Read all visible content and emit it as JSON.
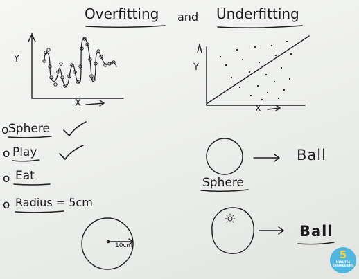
{
  "title": {
    "part1": "Overfitting",
    "part2": "and",
    "part3": "Underfitting"
  },
  "left_plot": {
    "y_label": "Y",
    "x_label": "X"
  },
  "right_plot": {
    "y_label": "Y",
    "x_label": "X"
  },
  "checklist": [
    {
      "bullet": "o",
      "text": "Sphere",
      "checked": true
    },
    {
      "bullet": "o",
      "text": "Play",
      "checked": true
    },
    {
      "bullet": "o",
      "text": "Eat",
      "checked": false
    },
    {
      "bullet": "o",
      "text": "Radius = 5cm",
      "checked": false
    }
  ],
  "circle_dimension": "10cm",
  "right_side": {
    "word1": "Ball",
    "sphere_label": "Sphere",
    "word2": "Ball"
  },
  "logo": {
    "number": "5",
    "text": "MINUTES ENGINEERING"
  },
  "colors": {
    "board": "#f1f2f0",
    "ink": "#1a1a1c",
    "logo": "#4fb6e0"
  }
}
